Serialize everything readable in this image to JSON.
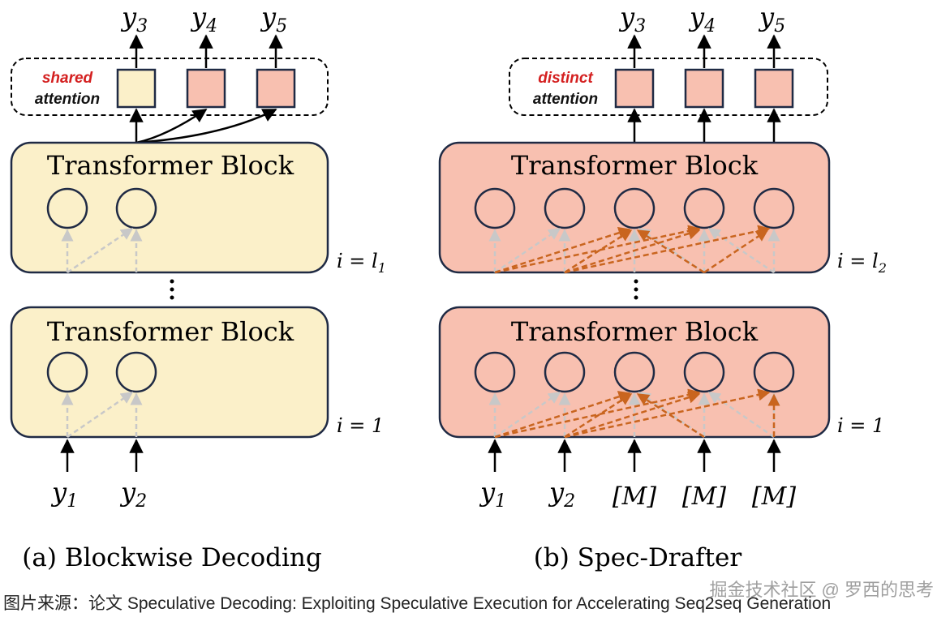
{
  "panels": [
    {
      "attention_word": "shared",
      "attention_label": "attention",
      "outputs": [
        {
          "base": "y",
          "sub": "3"
        },
        {
          "base": "y",
          "sub": "4"
        },
        {
          "base": "y",
          "sub": "5"
        }
      ],
      "blocks": [
        {
          "title": "Transformer Block",
          "layer": "i = l",
          "layer_sub": "1"
        },
        {
          "title": "Transformer Block",
          "layer": "i = 1",
          "layer_sub": ""
        }
      ],
      "inputs": [
        {
          "base": "y",
          "sub": "1"
        },
        {
          "base": "y",
          "sub": "2"
        }
      ],
      "caption": "(a) Blockwise Decoding"
    },
    {
      "attention_word": "distinct",
      "attention_label": "attention",
      "outputs": [
        {
          "base": "y",
          "sub": "3"
        },
        {
          "base": "y",
          "sub": "4"
        },
        {
          "base": "y",
          "sub": "5"
        }
      ],
      "blocks": [
        {
          "title": "Transformer Block",
          "layer": "i = l",
          "layer_sub": "2"
        },
        {
          "title": "Transformer Block",
          "layer": "i = 1",
          "layer_sub": ""
        }
      ],
      "inputs": [
        {
          "base": "y",
          "sub": "1"
        },
        {
          "base": "y",
          "sub": "2"
        },
        {
          "base": "[M]",
          "sub": ""
        },
        {
          "base": "[M]",
          "sub": ""
        },
        {
          "base": "[M]",
          "sub": ""
        }
      ],
      "caption": "(b) Spec-Drafter"
    }
  ],
  "source_caption": "图片来源：论文 Speculative Decoding: Exploiting Speculative Execution for Accelerating Seq2seq Generation",
  "watermark": "掘金技术社区 @ 罗西的思考",
  "colors": {
    "shared_fill": "#fbf0c9",
    "distinct_fill": "#f8c0b0",
    "outline": "#1f2a44",
    "highlight_red": "#d42020",
    "gray_arrow": "#c8c8c8",
    "orange_arrow": "#c9651f"
  }
}
